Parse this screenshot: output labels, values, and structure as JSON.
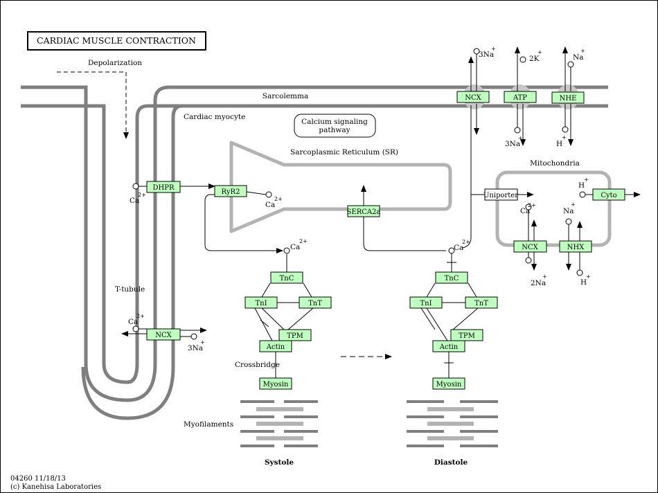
{
  "title": "CARDIAC  MUSCLE  CONTRACTION",
  "labels": {
    "depolarization": "Depolarization",
    "sarcolemma": "Sarcolemma",
    "cardiac_myocyte": "Cardiac myocyte",
    "calcium_pathway_line1": "Calcium signaling",
    "calcium_pathway_line2": "pathway",
    "sr": "Sarcoplasmic Reticulum (SR)",
    "mitochondria": "Mitochondria",
    "t_tubule": "T-tubule",
    "crossbridge": "Crossbridge",
    "myofilaments": "Myofilaments",
    "systole": "Systole",
    "diastole": "Diastole",
    "footer_id": "04260 11/18/13",
    "footer_copy": "(c) Kanehisa Laboratories"
  },
  "genes": {
    "dhpr": "DHPR",
    "ryr2": "RyR2",
    "serca2a": "SERCA2a",
    "ncx_top": "NCX",
    "atp_top": "ATP",
    "nhe_top": "NHE",
    "uniporter": "Uniporter",
    "cyto": "Cyto",
    "ncx_mito": "NCX",
    "nhx_mito": "NHX",
    "ncx_ttubule": "NCX",
    "tnc_sys": "TnC",
    "tni_sys": "TnI",
    "tnt_sys": "TnT",
    "tpm_sys": "TPM",
    "actin_sys": "Actin",
    "myosin_sys": "Myosin",
    "tnc_dia": "TnC",
    "tni_dia": "TnI",
    "tnt_dia": "TnT",
    "tpm_dia": "TPM",
    "actin_dia": "Actin",
    "myosin_dia": "Myosin"
  },
  "ions": {
    "ca": "Ca",
    "two_plus": "2+",
    "three_na": "3Na",
    "plus": "+",
    "two_k": "2K",
    "na": "Na",
    "h": "H",
    "two_na": "2Na"
  },
  "colors": {
    "gene_fill": "#bfffbf",
    "membrane": "#7f7f7f",
    "sr": "#b3b3b3",
    "channel": "#c8c8c8"
  }
}
